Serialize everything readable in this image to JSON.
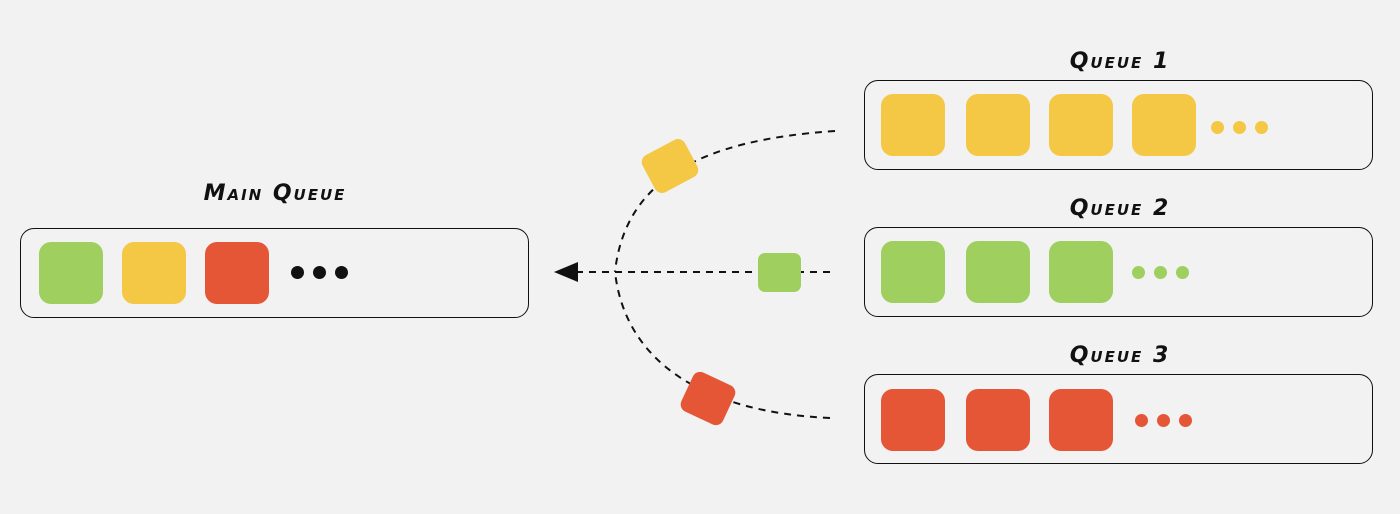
{
  "colors": {
    "yellow": "#f4c745",
    "green": "#9ecf5f",
    "red": "#e55637",
    "dark": "#111111",
    "background": "#f2f2f2"
  },
  "main_queue": {
    "title": "Main Queue",
    "items": [
      "green",
      "yellow",
      "red"
    ],
    "ellipsis_color": "dark"
  },
  "queues": [
    {
      "title": "Queue 1",
      "items": [
        "yellow",
        "yellow",
        "yellow",
        "yellow"
      ],
      "ellipsis_color": "yellow"
    },
    {
      "title": "Queue 2",
      "items": [
        "green",
        "green",
        "green"
      ],
      "ellipsis_color": "green"
    },
    {
      "title": "Queue 3",
      "items": [
        "red",
        "red",
        "red"
      ],
      "ellipsis_color": "red"
    }
  ],
  "moving_items": [
    "yellow",
    "green",
    "red"
  ]
}
